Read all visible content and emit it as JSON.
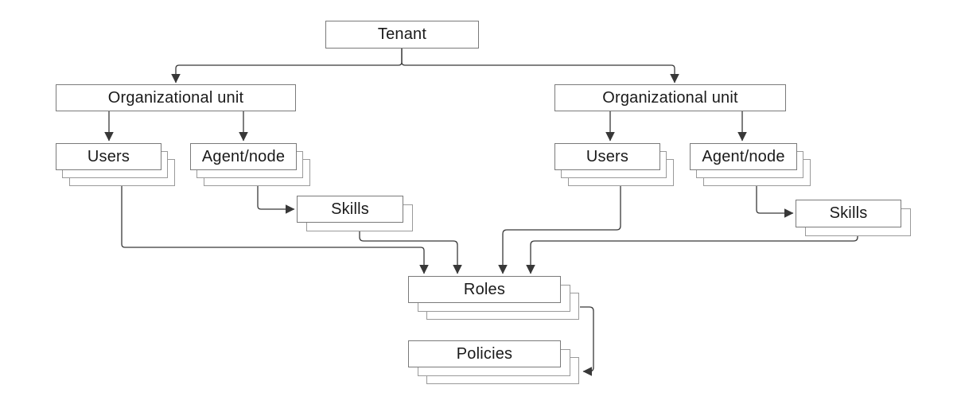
{
  "diagram": {
    "nodes": {
      "tenant": {
        "label": "Tenant",
        "stacked": false
      },
      "org_unit_left": {
        "label": "Organizational unit",
        "stacked": false
      },
      "users_left": {
        "label": "Users",
        "stacked": true,
        "stack_count": 3
      },
      "agent_node_left": {
        "label": "Agent/node",
        "stacked": true,
        "stack_count": 3
      },
      "skills_left": {
        "label": "Skills",
        "stacked": true,
        "stack_count": 2
      },
      "org_unit_right": {
        "label": "Organizational unit",
        "stacked": false
      },
      "users_right": {
        "label": "Users",
        "stacked": true,
        "stack_count": 3
      },
      "agent_node_right": {
        "label": "Agent/node",
        "stacked": true,
        "stack_count": 3
      },
      "skills_right": {
        "label": "Skills",
        "stacked": true,
        "stack_count": 2
      },
      "roles": {
        "label": "Roles",
        "stacked": true,
        "stack_count": 3
      },
      "policies": {
        "label": "Policies",
        "stacked": true,
        "stack_count": 3
      }
    },
    "edges": [
      {
        "from": "tenant",
        "to": "org_unit_left"
      },
      {
        "from": "tenant",
        "to": "org_unit_right"
      },
      {
        "from": "org_unit_left",
        "to": "users_left"
      },
      {
        "from": "org_unit_left",
        "to": "agent_node_left"
      },
      {
        "from": "agent_node_left",
        "to": "skills_left"
      },
      {
        "from": "users_left",
        "to": "roles"
      },
      {
        "from": "skills_left",
        "to": "roles"
      },
      {
        "from": "org_unit_right",
        "to": "users_right"
      },
      {
        "from": "org_unit_right",
        "to": "agent_node_right"
      },
      {
        "from": "agent_node_right",
        "to": "skills_right"
      },
      {
        "from": "users_right",
        "to": "roles"
      },
      {
        "from": "skills_right",
        "to": "roles"
      },
      {
        "from": "roles",
        "to": "policies"
      }
    ],
    "colors": {
      "background": "#ffffff",
      "box_fill": "#ffffff",
      "box_border": "#7a7a7a",
      "shadow_border": "#9a9a9a",
      "connector": "#383838",
      "text": "#1a1a1a"
    }
  }
}
